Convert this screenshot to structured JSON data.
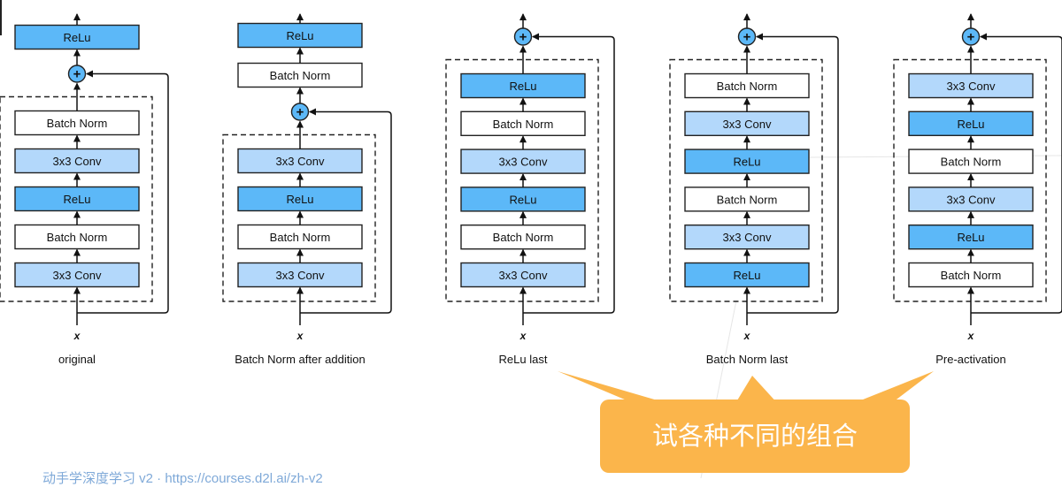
{
  "colors": {
    "relu": "#5cb8f8",
    "conv": "#b3d8fb",
    "bn": "#ffffff",
    "plus": "#5cb8f8",
    "callout": "#fbb54b"
  },
  "input_label": "x",
  "columns": [
    {
      "caption": "original",
      "blocks": [
        "3x3 Conv",
        "Batch Norm",
        "ReLu",
        "3x3 Conv",
        "Batch Norm"
      ],
      "types": [
        "conv",
        "bn",
        "relu",
        "conv",
        "bn"
      ],
      "after": [
        "ReLu"
      ],
      "after_types": [
        "relu"
      ]
    },
    {
      "caption": "Batch Norm after addition",
      "blocks": [
        "3x3 Conv",
        "Batch Norm",
        "ReLu",
        "3x3 Conv"
      ],
      "types": [
        "conv",
        "bn",
        "relu",
        "conv"
      ],
      "after": [
        "Batch Norm",
        "ReLu"
      ],
      "after_types": [
        "bn",
        "relu"
      ]
    },
    {
      "caption": "ReLu last",
      "blocks": [
        "3x3 Conv",
        "Batch Norm",
        "ReLu",
        "3x3 Conv",
        "Batch Norm",
        "ReLu"
      ],
      "types": [
        "conv",
        "bn",
        "relu",
        "conv",
        "bn",
        "relu"
      ],
      "after": [],
      "after_types": []
    },
    {
      "caption": "Batch Norm last",
      "blocks": [
        "ReLu",
        "3x3 Conv",
        "Batch Norm",
        "ReLu",
        "3x3 Conv",
        "Batch Norm"
      ],
      "types": [
        "relu",
        "conv",
        "bn",
        "relu",
        "conv",
        "bn"
      ],
      "after": [],
      "after_types": []
    },
    {
      "caption": "Pre-activation",
      "blocks": [
        "Batch Norm",
        "ReLu",
        "3x3 Conv",
        "Batch Norm",
        "ReLu",
        "3x3 Conv"
      ],
      "types": [
        "bn",
        "relu",
        "conv",
        "bn",
        "relu",
        "conv"
      ],
      "after": [],
      "after_types": []
    }
  ],
  "plus_symbol": "+",
  "callout": {
    "text": "试各种不同的组合"
  },
  "footer": {
    "text": "动手学深度学习 v2 · https://courses.d2l.ai/zh-v2"
  }
}
